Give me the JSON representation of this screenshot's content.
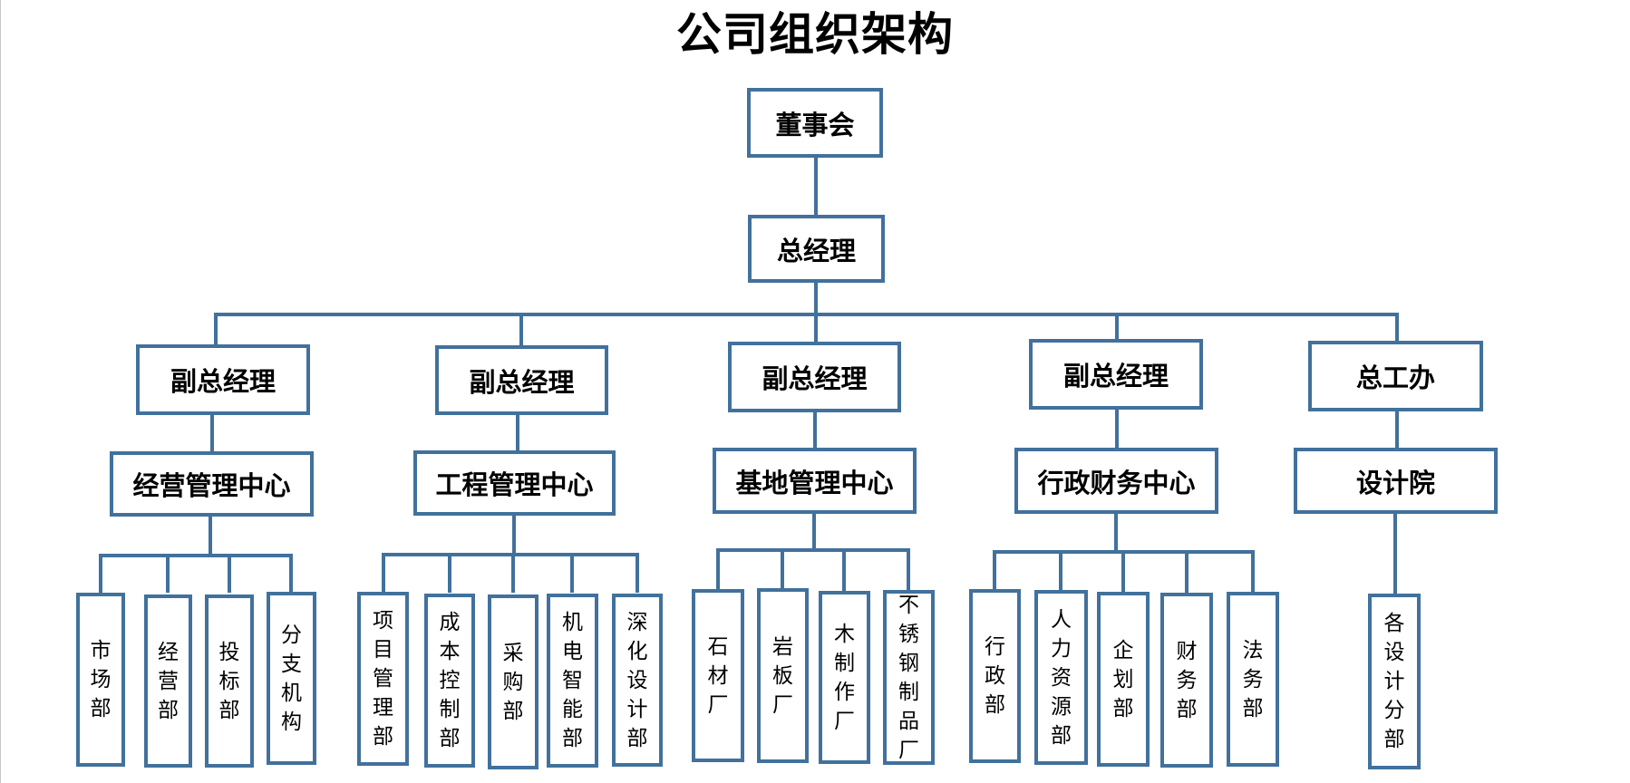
{
  "title": "公司组织架构",
  "root": {
    "label": "董事会"
  },
  "gm": {
    "label": "总经理"
  },
  "branches": [
    {
      "head": "副总经理",
      "center": "经营管理中心",
      "departments": [
        "市场部",
        "经营部",
        "投标部",
        "分支机构"
      ]
    },
    {
      "head": "副总经理",
      "center": "工程管理中心",
      "departments": [
        "项目管理部",
        "成本控制部",
        "采购部",
        "机电智能部",
        "深化设计部"
      ]
    },
    {
      "head": "副总经理",
      "center": "基地管理中心",
      "departments": [
        "石材厂",
        "岩板厂",
        "木制作厂",
        "不锈钢制品厂"
      ]
    },
    {
      "head": "副总经理",
      "center": "行政财务中心",
      "departments": [
        "行政部",
        "人力资源部",
        "企划部",
        "财务部",
        "法务部"
      ]
    },
    {
      "head": "总工办",
      "center": "设计院",
      "departments": [
        "各设计分部"
      ]
    }
  ],
  "colors": {
    "line": "#41719c",
    "box_fill": "#ffffff",
    "text": "#000000"
  }
}
